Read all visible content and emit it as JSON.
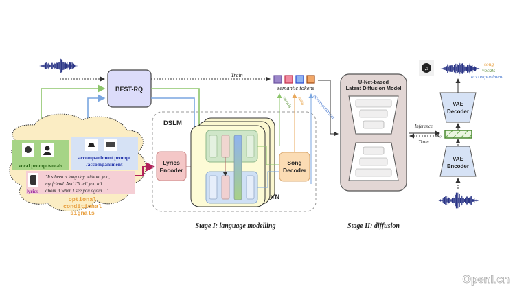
{
  "blocks": {
    "best_rq": "BEST-RQ",
    "dslm": "DSLM",
    "lyrics_encoder": [
      "Lyrics",
      "Encoder"
    ],
    "song_decoder": [
      "Song",
      "Decoder"
    ],
    "repeat": "N",
    "unet": [
      "U-Net-based",
      "Latent Diffusion Model"
    ],
    "vae_decoder": [
      "VAE",
      "Decoder"
    ],
    "vae_encoder": [
      "VAE",
      "Encoder"
    ]
  },
  "labels": {
    "train_top": "Train",
    "semantic_tokens": "semantic tokens",
    "stream_vocals": "vocals",
    "stream_song": "song",
    "stream_accompaniment": "accompaniment",
    "inference": "Inference",
    "train_right": "Train",
    "z0": "Z₀",
    "out_song": "song",
    "out_vocals": "vocals",
    "out_accompaniment": "accompaniment"
  },
  "conditions": {
    "vocal": "vocal prompt/vocals",
    "accompaniment": [
      "accompaniment prompt",
      "/accompaniment"
    ],
    "lyrics_label": "lyrics",
    "lyrics_text": [
      "\"It's been a long day without you,",
      "my friend. And I'll tell you all",
      "about it when I see you again ...\""
    ],
    "optional": [
      "optional",
      "conditional",
      "signals"
    ]
  },
  "stages": {
    "stage1": "Stage I: language modelling",
    "stage2": "Stage II: diffusion"
  },
  "watermark": "OpenI.cn",
  "colors": {
    "vocals": "#8dc56b",
    "song": "#e8a85c",
    "accompaniment": "#7aa6e0",
    "lyrics": "#b3205a",
    "token1": "#9b86c9",
    "token2": "#f08aa0",
    "token3": "#8fb3f0",
    "token4": "#f2a767"
  }
}
